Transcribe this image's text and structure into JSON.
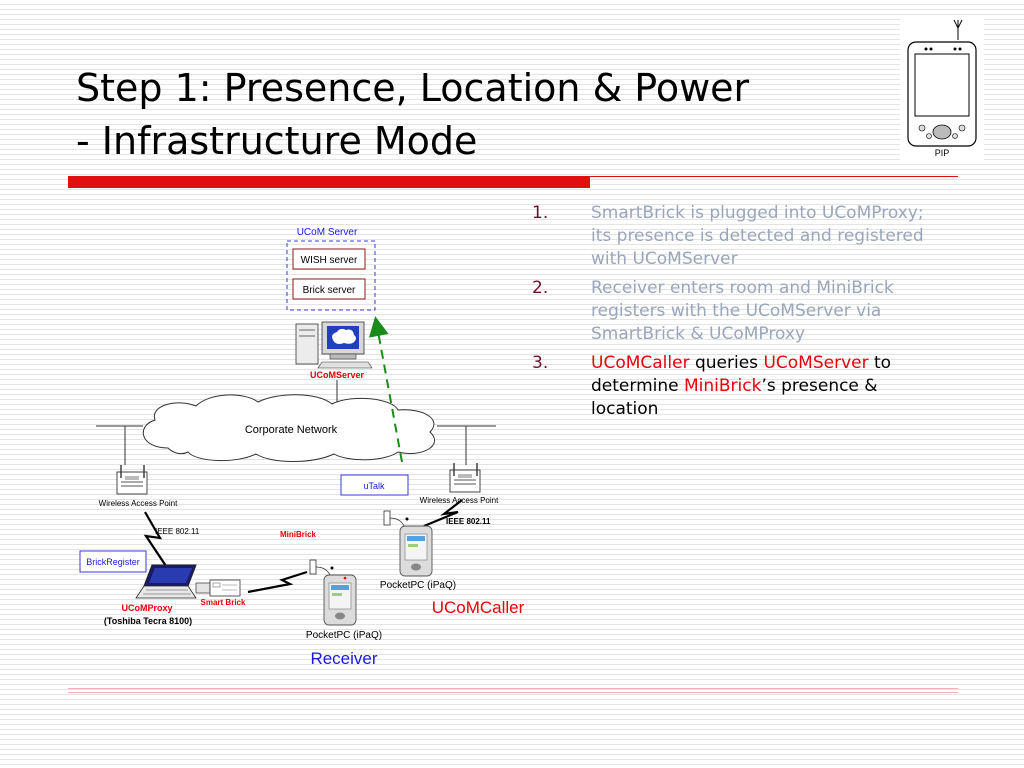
{
  "title": {
    "line1": "Step 1: Presence, Location & Power",
    "line2": "- Infrastructure Mode"
  },
  "pip_label": "PIP",
  "steps": [
    {
      "num": "1.",
      "text": "SmartBrick is plugged into UCoMProxy;  its presence is detected and registered with UCoMServer"
    },
    {
      "num": "2.",
      "text": "Receiver enters room and MiniBrick registers with the UCoMServer via  SmartBrick & UCoMProxy"
    },
    {
      "num": "3.",
      "parts": {
        "a": "UCoMCaller",
        "b": " queries ",
        "c": "UCoMServer",
        "d": " to determine ",
        "e": "MiniBrick",
        "f": "’s presence & location"
      }
    }
  ],
  "diagram": {
    "ucom_server_group": "UCoM Server",
    "wish_server": "WISH server",
    "brick_server": "Brick server",
    "ucomserver": "UCoMServer",
    "corporate_network": "Corporate  Network",
    "utalk": "uTalk",
    "wap_left": "Wireless Access Point",
    "wap_right": "Wireless Access Point",
    "ieee_left": "IEEE 802.11",
    "ieee_right": "IEEE 802.11",
    "minibrick": "MiniBrick",
    "brickregister": "BrickRegister",
    "ucomproxy": "UCoMProxy",
    "toshiba": "(Toshiba Tecra 8100)",
    "smart_brick": "Smart Brick",
    "pocketpc_receiver": "PocketPC (iPaQ)",
    "pocketpc_caller": "PocketPC (iPaQ)",
    "receiver": "Receiver",
    "ucomcaller": "UCoMCaller"
  },
  "colors": {
    "title_bar": "#e01010",
    "step_dim": "#9aa6bc",
    "step_highlight": "#e8000b",
    "step_number": "#6b0f2e",
    "receiver_label": "#1a1adc",
    "ucomcaller_label": "#e8000b",
    "dashed_arrow": "#1a8a1a",
    "server_box_border": "#8b1a1a",
    "group_border": "#3a3ad8"
  }
}
